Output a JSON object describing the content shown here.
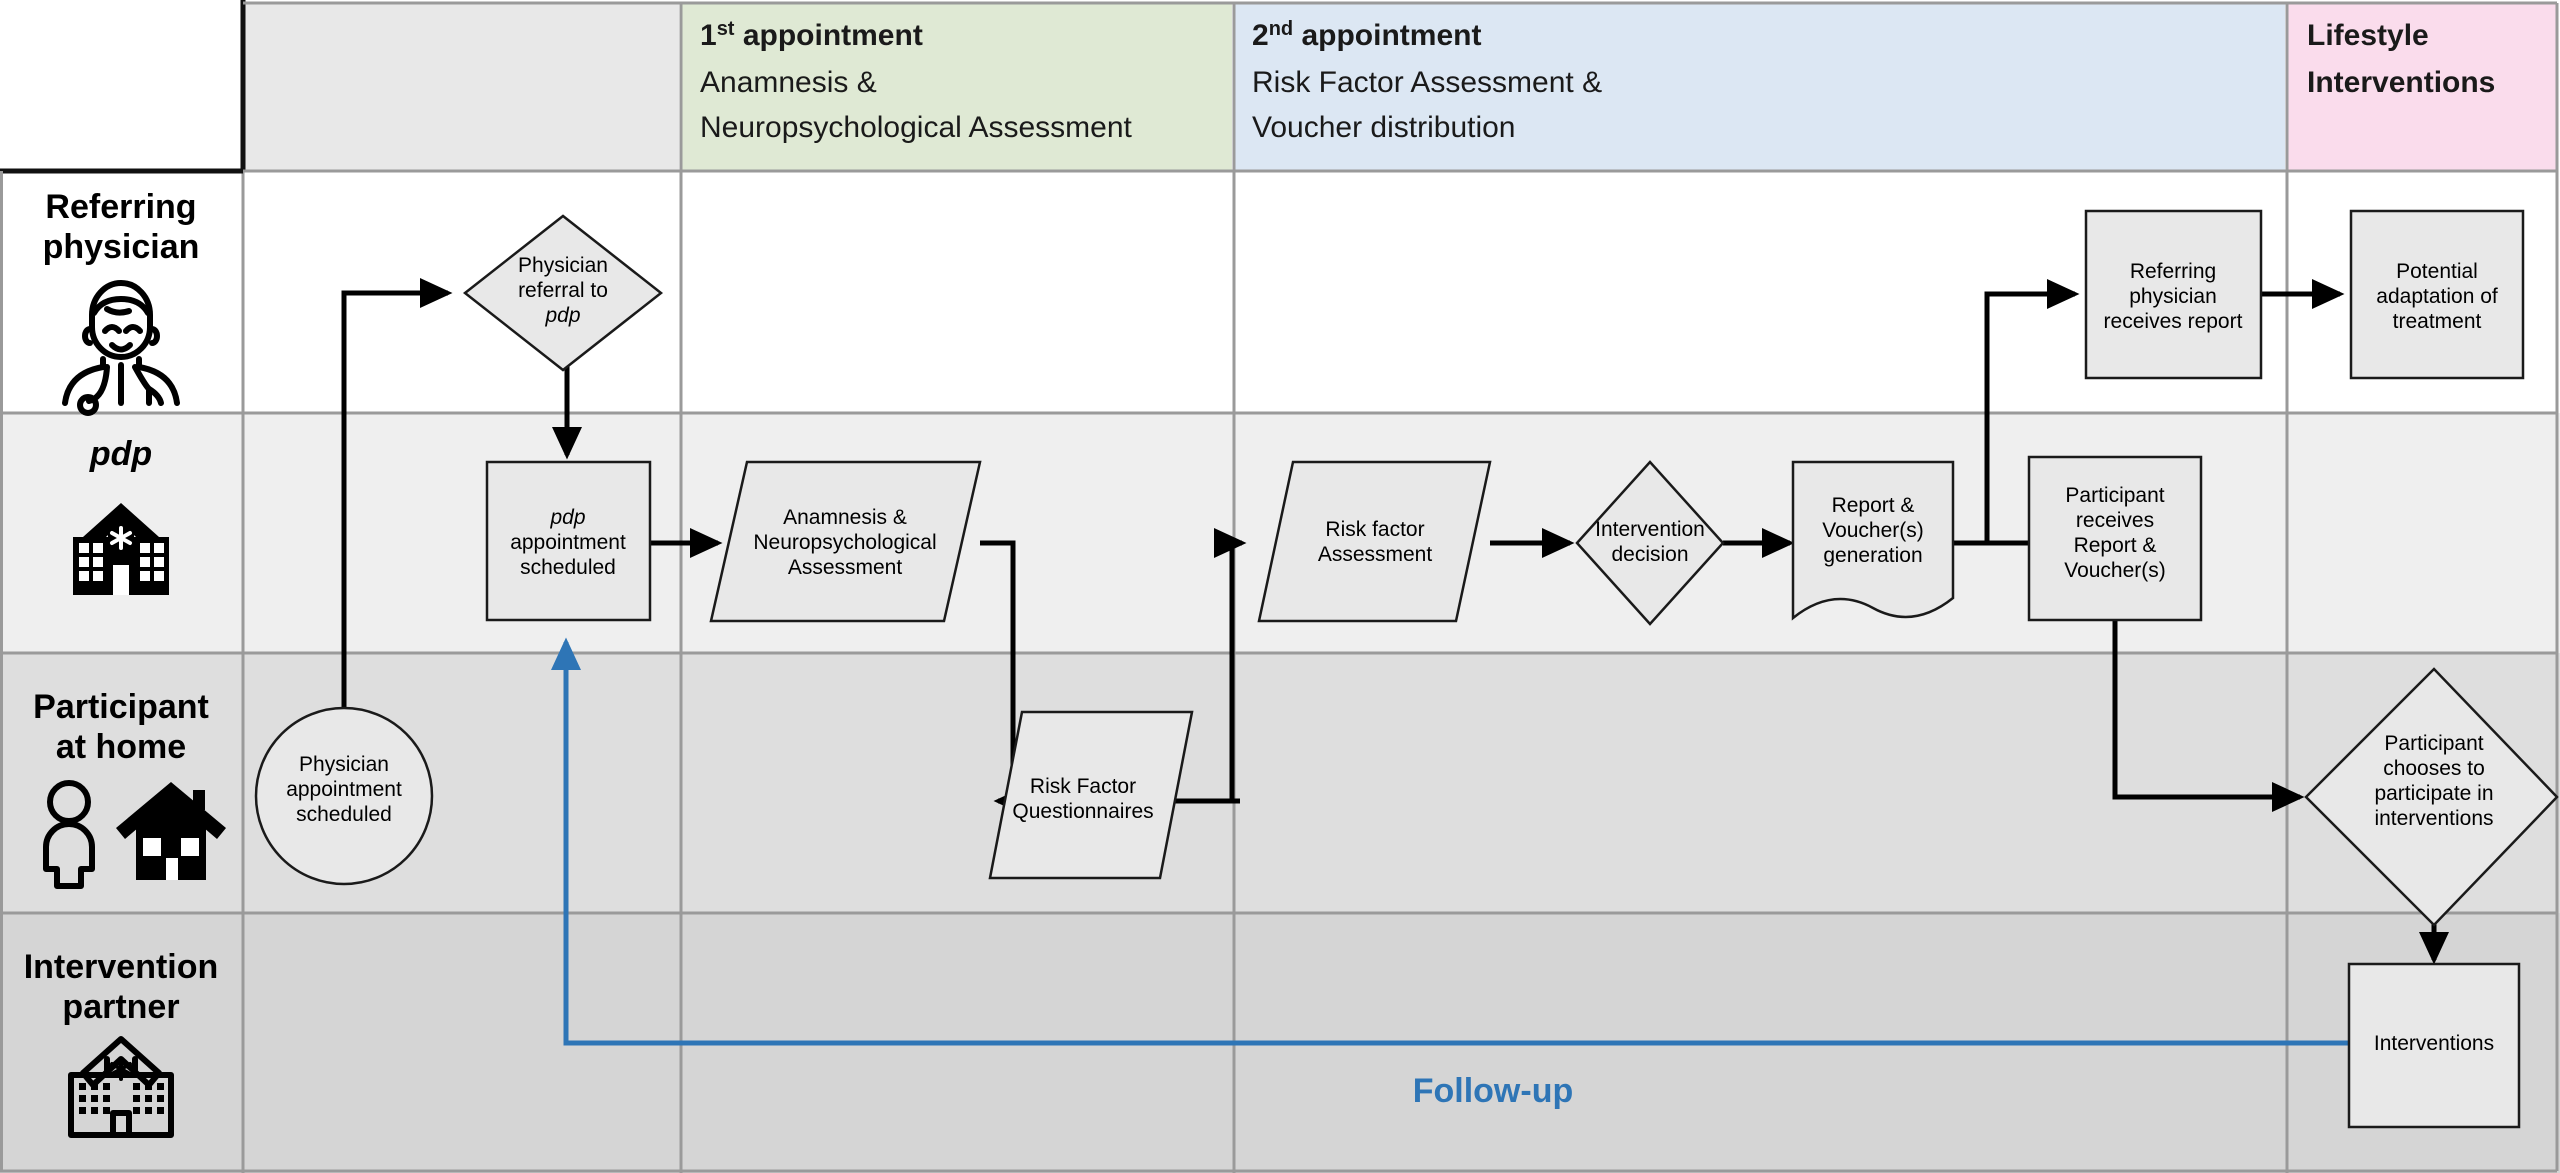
{
  "diagram": {
    "title": "pdp study participant pathway swimlane flowchart",
    "colors": {
      "appointment1_header_bg": "#dfe9d4",
      "appointment2_header_bg": "#dce7f3",
      "lifestyle_header_bg": "#fadcec",
      "neutral_header_bg": "#e8e8e8",
      "lane_row1_bg": "#ffffff",
      "lane_row2_bg": "#efefef",
      "lane_row3_bg": "#dedede",
      "lane_row4_bg": "#d5d5d5",
      "shape_fill": "#e8e8e8",
      "shape_stroke": "#1a1a1a",
      "arrow": "#000000",
      "followup_blue": "#2E75B6",
      "grid": "#9a9a9a"
    },
    "columns": [
      {
        "id": "col-blank",
        "bold": "",
        "lines": []
      },
      {
        "id": "col-appointment-1",
        "bold": "1st appointment",
        "bold_base": "1",
        "bold_sup": "st",
        "bold_rest": " appointment",
        "lines": [
          "Anamnesis &",
          "Neuropsychological Assessment"
        ]
      },
      {
        "id": "col-appointment-2",
        "bold": "2nd appointment",
        "bold_base": "2",
        "bold_sup": "nd",
        "bold_rest": " appointment",
        "lines": [
          "Risk Factor Assessment &",
          "Voucher distribution"
        ]
      },
      {
        "id": "col-lifestyle",
        "bold": "Lifestyle Interventions",
        "bold_lines": [
          "Lifestyle",
          "Interventions"
        ],
        "lines": []
      }
    ],
    "lanes": [
      {
        "id": "lane-referring-physician",
        "lines": [
          "Referring",
          "physician"
        ],
        "italic": false,
        "icon": "doctor-icon"
      },
      {
        "id": "lane-pdp",
        "lines": [
          "pdp"
        ],
        "italic": true,
        "icon": "clinic-building-icon"
      },
      {
        "id": "lane-participant-at-home",
        "lines": [
          "Participant",
          "at home"
        ],
        "italic": false,
        "icon": "person-house-icon"
      },
      {
        "id": "lane-intervention-partner",
        "lines": [
          "Intervention",
          "partner"
        ],
        "italic": false,
        "icon": "hospital-building-icon"
      }
    ],
    "nodes": [
      {
        "id": "node-physician-referral",
        "shape": "diamond",
        "lane": "lane-referring-physician",
        "lines": [
          "Physician",
          "referral to",
          "pdp"
        ],
        "italic_lines": [
          2
        ]
      },
      {
        "id": "node-referring-physician-receives-report",
        "shape": "rectangle",
        "lane": "lane-referring-physician",
        "lines": [
          "Referring",
          "physician",
          "receives report"
        ]
      },
      {
        "id": "node-potential-adaptation",
        "shape": "rectangle",
        "lane": "lane-referring-physician",
        "lines": [
          "Potential",
          "adaptation of",
          "treatment"
        ]
      },
      {
        "id": "node-pdp-appointment-scheduled",
        "shape": "rectangle",
        "lane": "lane-pdp",
        "lines": [
          "pdp",
          "appointment",
          "scheduled"
        ],
        "italic_lines": [
          0
        ]
      },
      {
        "id": "node-anamnesis-assessment",
        "shape": "parallelogram",
        "lane": "lane-pdp",
        "lines": [
          "Anamnesis &",
          "Neuropsychological",
          "Assessment"
        ]
      },
      {
        "id": "node-risk-factor-assessment",
        "shape": "parallelogram",
        "lane": "lane-pdp",
        "lines": [
          "Risk factor",
          "Assessment"
        ]
      },
      {
        "id": "node-intervention-decision",
        "shape": "diamond",
        "lane": "lane-pdp",
        "lines": [
          "Intervention",
          "decision"
        ]
      },
      {
        "id": "node-report-voucher-generation",
        "shape": "document",
        "lane": "lane-pdp",
        "lines": [
          "Report &",
          "Voucher(s)",
          "generation"
        ]
      },
      {
        "id": "node-participant-receives-report",
        "shape": "rectangle",
        "lane": "lane-pdp",
        "lines": [
          "Participant",
          "receives",
          "Report &",
          "Voucher(s)"
        ]
      },
      {
        "id": "node-physician-appointment-scheduled",
        "shape": "circle",
        "lane": "lane-participant-at-home",
        "lines": [
          "Physician",
          "appointment",
          "scheduled"
        ]
      },
      {
        "id": "node-risk-factor-questionnaires",
        "shape": "parallelogram",
        "lane": "lane-participant-at-home",
        "lines": [
          "Risk Factor",
          "Questionnaires"
        ]
      },
      {
        "id": "node-participant-chooses",
        "shape": "diamond",
        "lane": "lane-participant-at-home",
        "lines": [
          "Participant",
          "chooses to",
          "participate in",
          "interventions"
        ]
      },
      {
        "id": "node-interventions",
        "shape": "rectangle",
        "lane": "lane-intervention-partner",
        "lines": [
          "Interventions"
        ]
      }
    ],
    "annotations": [
      {
        "id": "label-follow-up",
        "text": "Follow-up",
        "color": "#2E75B6"
      }
    ]
  }
}
